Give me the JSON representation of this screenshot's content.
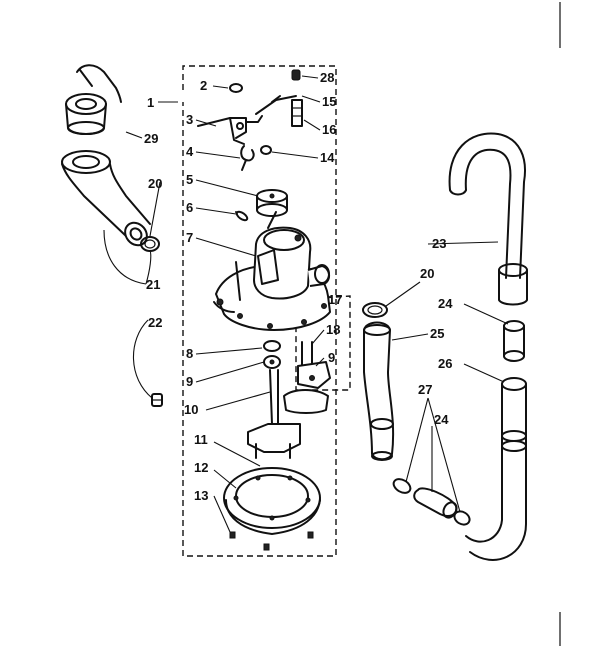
{
  "diagram": {
    "labels": {
      "p1": "1",
      "p2": "2",
      "p3": "3",
      "p4": "4",
      "p5": "5",
      "p6": "6",
      "p7": "7",
      "p8": "8",
      "p9a": "9",
      "p9b": "9",
      "p10": "10",
      "p11": "11",
      "p12": "12",
      "p13": "13",
      "p14": "14",
      "p15": "15",
      "p16": "16",
      "p17": "17",
      "p18": "18",
      "p20a": "20",
      "p20b": "20",
      "p21": "21",
      "p22": "22",
      "p23": "23",
      "p24a": "24",
      "p24b": "24",
      "p25": "25",
      "p26": "26",
      "p27": "27",
      "p28": "28",
      "p29": "29"
    },
    "colors": {
      "ink": "#111111",
      "background": "#ffffff"
    }
  }
}
